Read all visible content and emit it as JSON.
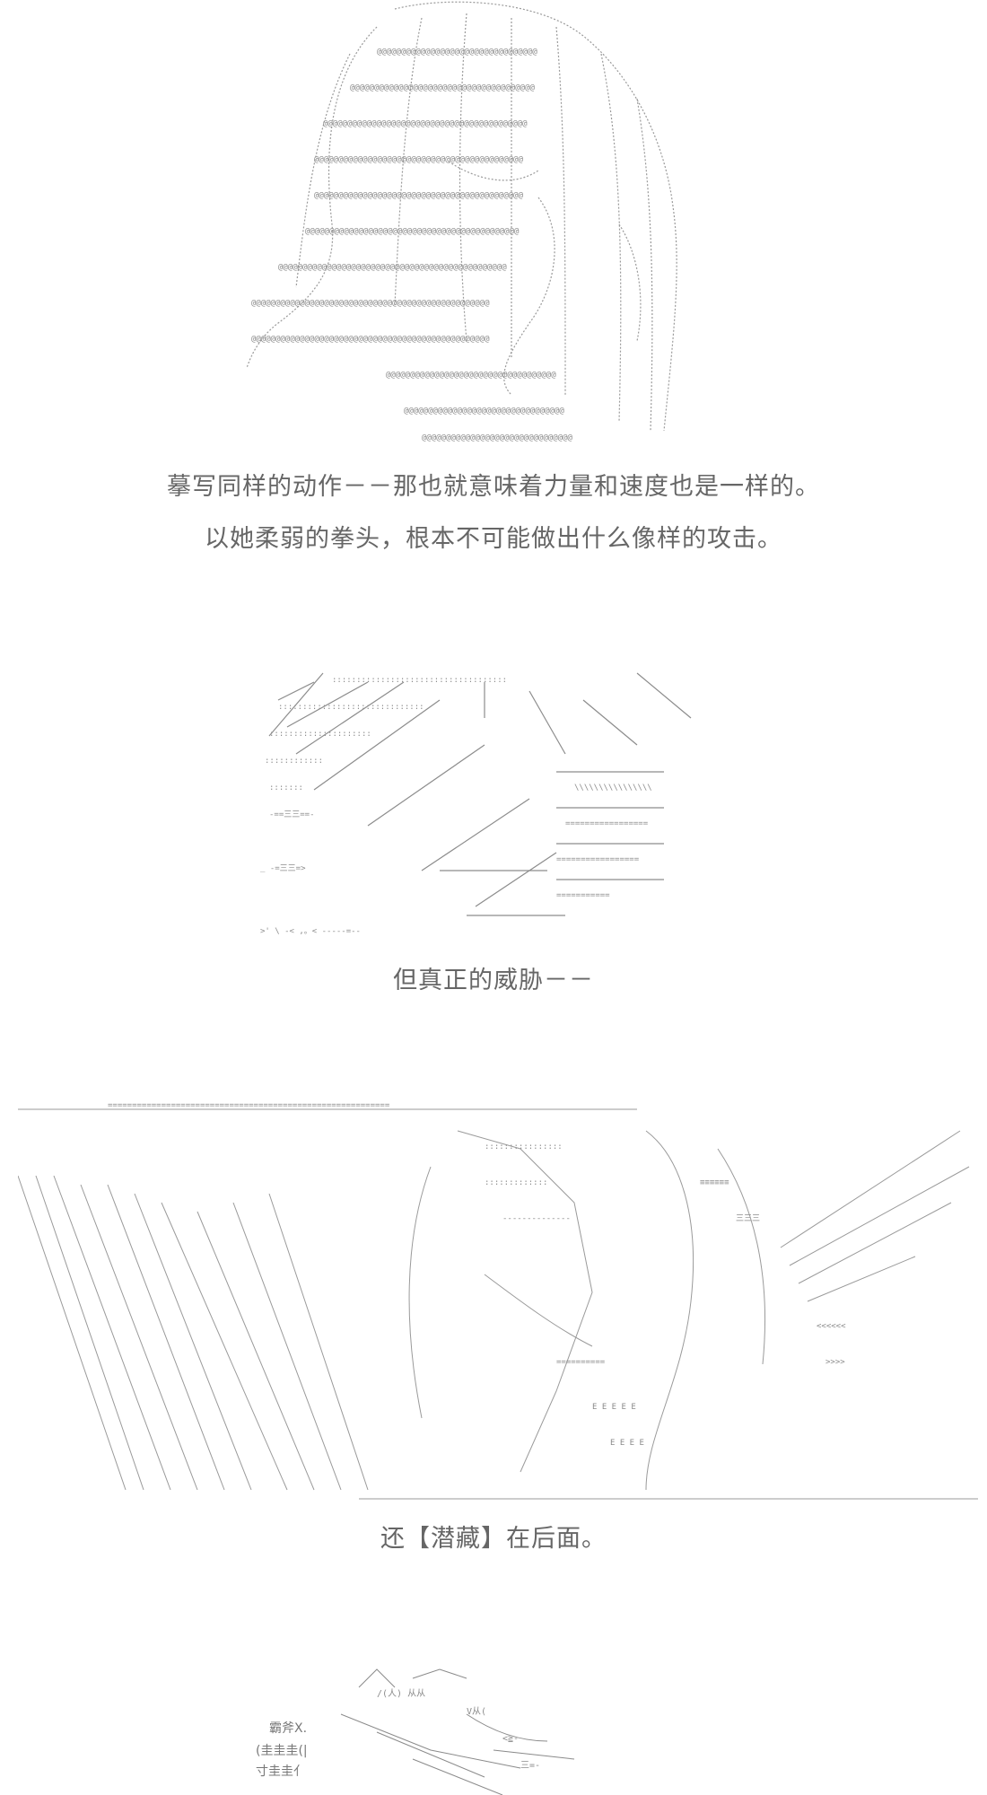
{
  "captions": [
    "摹写同样的动作－－那也就意味着力量和速度也是一样的。",
    "以她柔弱的拳头，根本不可能做出什么像样的攻击。",
    "但真正的威胁－－",
    "还【潜藏】在后面。"
  ],
  "art_labels": {
    "panel3_left": "霸斧X.",
    "panel3_left2": "(圭圭圭(|",
    "panel3_left3": "寸圭圭亻"
  },
  "colors": {
    "text": "#666666",
    "art": "#888888",
    "background": "#ffffff"
  }
}
